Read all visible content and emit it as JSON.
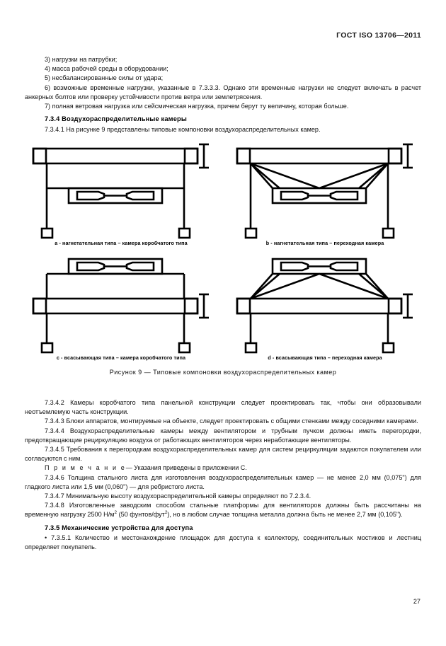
{
  "document": {
    "header": "ГОСТ ISO 13706—2011",
    "page_number": "27"
  },
  "list_items": {
    "item3": "3) нагрузки на патрубки;",
    "item4": "4) масса рабочей среды в оборудовании;",
    "item5": "5) несбалансированные силы от удара;",
    "item6": "6) возможные временные нагрузки, указанные в 7.3.3.3. Однако  эти временные  нагрузки не следует включать в расчет анкерных болтов или проверку устойчивости против ветра или землетрясения.",
    "item7": "7) полная ветровая нагрузка или сейсмическая нагрузка, причем берут ту величину, которая больше."
  },
  "section_734": {
    "heading": "7.3.4 Воздухораспределительные камеры",
    "p1": "7.3.4.1 На рисунке 9 представлены типовые компоновки воздухораспределительных камер.",
    "p2": "7.3.4.2 Камеры коробчатого типа панельной конструкции следует проектировать так, чтобы они образовывали неотъемлемую часть конструкции.",
    "p3": "7.3.4.3 Блоки аппаратов, монтируемые на объекте, следует проектировать с общими стенками между соседними камерами.",
    "p4": "7.3.4.4 Воздухораспределительные камеры между вентилятором и трубным пучком должны иметь перегородки, предотвращающие рециркуляцию воздуха от работающих вентиляторов через неработающие вентиляторы.",
    "p5": "7.3.4.5 Требования к перегородкам воздухораспределительных камер для систем рециркуляции задаются покупателем или согласуются с ним.",
    "note_label": "П р и м е ч а н и е",
    "note_text": "— Указания приведены в приложении С.",
    "p6_a": "7.3.4.6 Толщина стального листа  для изготовления воздухораспределительных  камер — не менее 2,0 мм (0,075\") для гладкого листа или 1,5 мм (0,060\") — для ребристого листа.",
    "p7": "7.3.4.7 Минимальную высоту воздухораспределительной камеры определяют по 7.2.3.4.",
    "p8_part1": "7.3.4.8 Изготовленные заводским способом стальные платформы для вентиляторов должны быть рассчитаны на временную нагрузку 2500 Н/м",
    "p8_sup1": "2",
    "p8_part2": " (50 фунтов/фут",
    "p8_sup2": "2",
    "p8_part3": "), но в любом случае толщина металла должна быть не менее 2,7 мм (0,105\")."
  },
  "section_735": {
    "heading": "7.3.5 Механические устройства для доступа",
    "p1": "• 7.3.5.1 Количество  и  местонахождение площадок  для доступа  к коллектору,  соединительных мостиков и лестниц определяет покупатель."
  },
  "figure": {
    "title": "Рисунок 9 — Типовые компоновки воздухораспределительных камер",
    "captions": {
      "a": "a - нагнетательная типа – камера коробчатого типа",
      "b": "b - нагнетательная типа – переходная камера",
      "c": "c - всасывающая типа – камера коробчатого типа",
      "d": "d - всасывающая типа – переходная камера"
    }
  }
}
